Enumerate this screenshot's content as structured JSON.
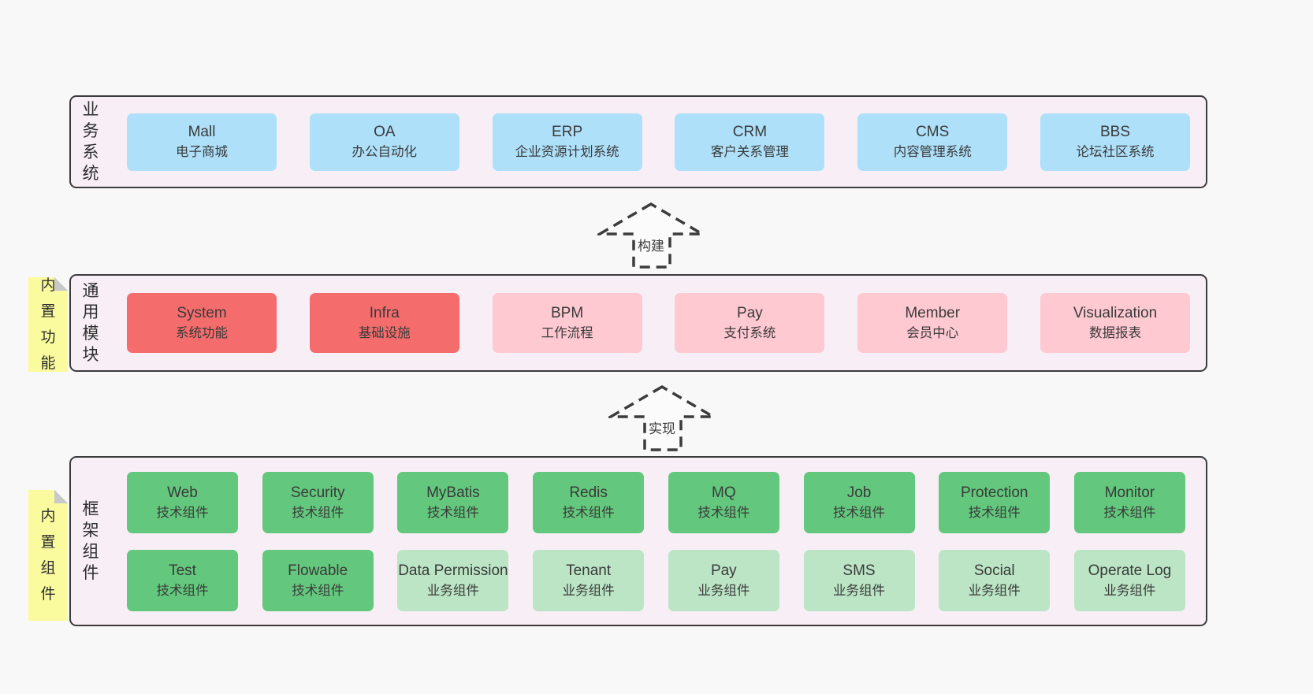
{
  "layers": [
    {
      "vertical_label": "业务系统",
      "boxes": [
        {
          "title": "Mall",
          "subtitle": "电子商城"
        },
        {
          "title": "OA",
          "subtitle": "办公自动化"
        },
        {
          "title": "ERP",
          "subtitle": "企业资源计划系统"
        },
        {
          "title": "CRM",
          "subtitle": "客户关系管理"
        },
        {
          "title": "CMS",
          "subtitle": "内容管理系统"
        },
        {
          "title": "BBS",
          "subtitle": "论坛社区系统"
        }
      ]
    },
    {
      "vertical_label": "通用模块",
      "sticky_note": "内置功能",
      "boxes": [
        {
          "title": "System",
          "subtitle": "系统功能"
        },
        {
          "title": "Infra",
          "subtitle": "基础设施"
        },
        {
          "title": "BPM",
          "subtitle": "工作流程"
        },
        {
          "title": "Pay",
          "subtitle": "支付系统"
        },
        {
          "title": "Member",
          "subtitle": "会员中心"
        },
        {
          "title": "Visualization",
          "subtitle": "数据报表"
        }
      ]
    },
    {
      "vertical_label": "框架组件",
      "sticky_note": "内置组件",
      "rows": [
        [
          {
            "title": "Web",
            "subtitle": "技术组件"
          },
          {
            "title": "Security",
            "subtitle": "技术组件"
          },
          {
            "title": "MyBatis",
            "subtitle": "技术组件"
          },
          {
            "title": "Redis",
            "subtitle": "技术组件"
          },
          {
            "title": "MQ",
            "subtitle": "技术组件"
          },
          {
            "title": "Job",
            "subtitle": "技术组件"
          },
          {
            "title": "Protection",
            "subtitle": "技术组件"
          },
          {
            "title": "Monitor",
            "subtitle": "技术组件"
          }
        ],
        [
          {
            "title": "Test",
            "subtitle": "技术组件"
          },
          {
            "title": "Flowable",
            "subtitle": "技术组件"
          },
          {
            "title": "Data Permission",
            "subtitle": "业务组件"
          },
          {
            "title": "Tenant",
            "subtitle": "业务组件"
          },
          {
            "title": "Pay",
            "subtitle": "业务组件"
          },
          {
            "title": "SMS",
            "subtitle": "业务组件"
          },
          {
            "title": "Social",
            "subtitle": "业务组件"
          },
          {
            "title": "Operate Log",
            "subtitle": "业务组件"
          }
        ]
      ]
    }
  ],
  "arrows": [
    {
      "label": "构建"
    },
    {
      "label": "实现"
    }
  ],
  "colors": {
    "page_bg": "#f9f8f9",
    "panel_bg": "#f8eef6",
    "panel_border": "#3c3c3c",
    "blue_box": "#aee0f9",
    "red_box": "#f56c6c",
    "pink_box": "#ffc9d2",
    "green_box": "#63c87d",
    "light_green_box": "#bbe5c5",
    "sticky_yellow": "#fafa9e",
    "sticky_fold_gray": "#c9c9c9",
    "text": "#3a3a3a"
  }
}
